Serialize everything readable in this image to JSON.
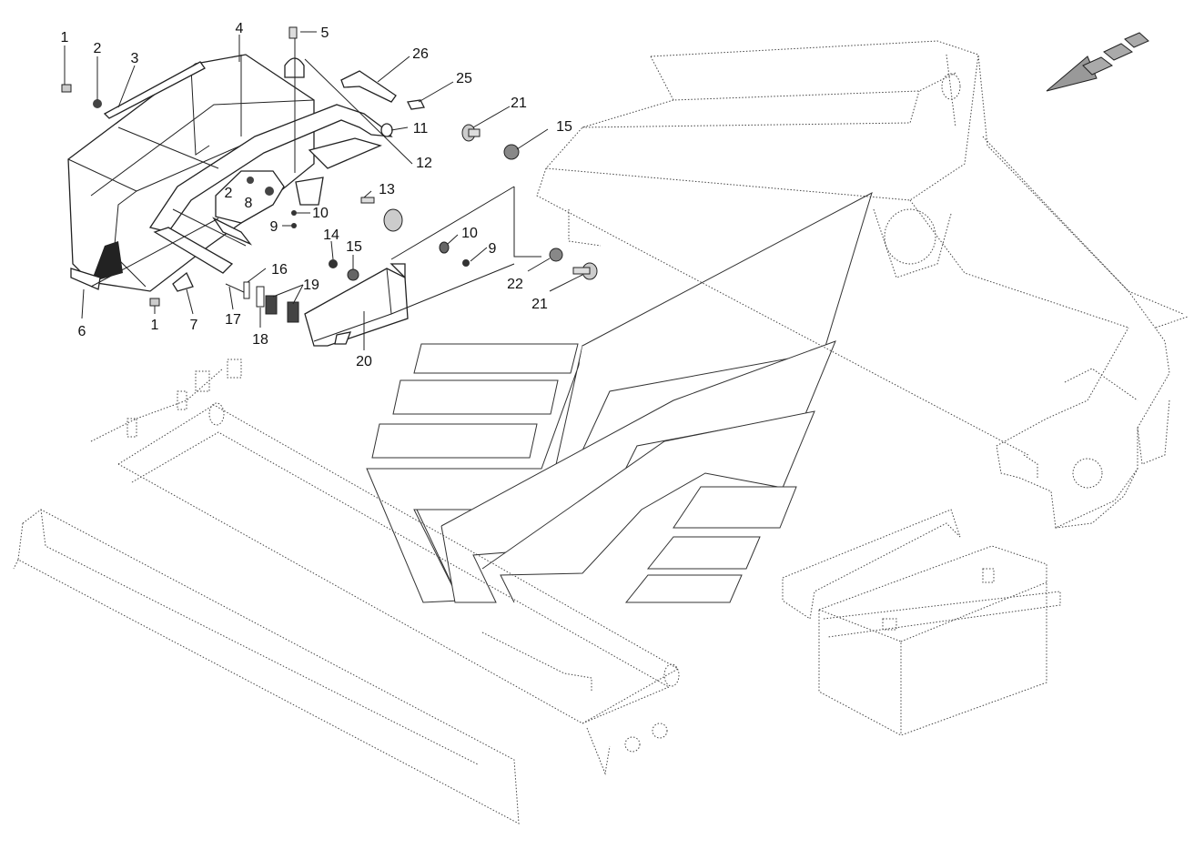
{
  "callouts": [
    {
      "id": "c1a",
      "text": "1"
    },
    {
      "id": "c2a",
      "text": "2"
    },
    {
      "id": "c3",
      "text": "3"
    },
    {
      "id": "c4",
      "text": "4"
    },
    {
      "id": "c5",
      "text": "5"
    },
    {
      "id": "c26",
      "text": "26"
    },
    {
      "id": "c25",
      "text": "25"
    },
    {
      "id": "c11",
      "text": "11"
    },
    {
      "id": "c12",
      "text": "12"
    },
    {
      "id": "c21a",
      "text": "21"
    },
    {
      "id": "c15a",
      "text": "15"
    },
    {
      "id": "c2b",
      "text": "2"
    },
    {
      "id": "c8",
      "text": "8"
    },
    {
      "id": "c13",
      "text": "13"
    },
    {
      "id": "c10a",
      "text": "10"
    },
    {
      "id": "c9a",
      "text": "9"
    },
    {
      "id": "c14",
      "text": "14"
    },
    {
      "id": "c15b",
      "text": "15"
    },
    {
      "id": "c10b",
      "text": "10"
    },
    {
      "id": "c9b",
      "text": "9"
    },
    {
      "id": "c22",
      "text": "22"
    },
    {
      "id": "c21b",
      "text": "21"
    },
    {
      "id": "c16",
      "text": "16"
    },
    {
      "id": "c19",
      "text": "19"
    },
    {
      "id": "c6",
      "text": "6"
    },
    {
      "id": "c1b",
      "text": "1"
    },
    {
      "id": "c7",
      "text": "7"
    },
    {
      "id": "c17",
      "text": "17"
    },
    {
      "id": "c18",
      "text": "18"
    },
    {
      "id": "c20",
      "text": "20"
    }
  ],
  "icons": {
    "direction_arrow": "direction-arrow-icon",
    "brand_logo": "brand-watermark-logo"
  }
}
